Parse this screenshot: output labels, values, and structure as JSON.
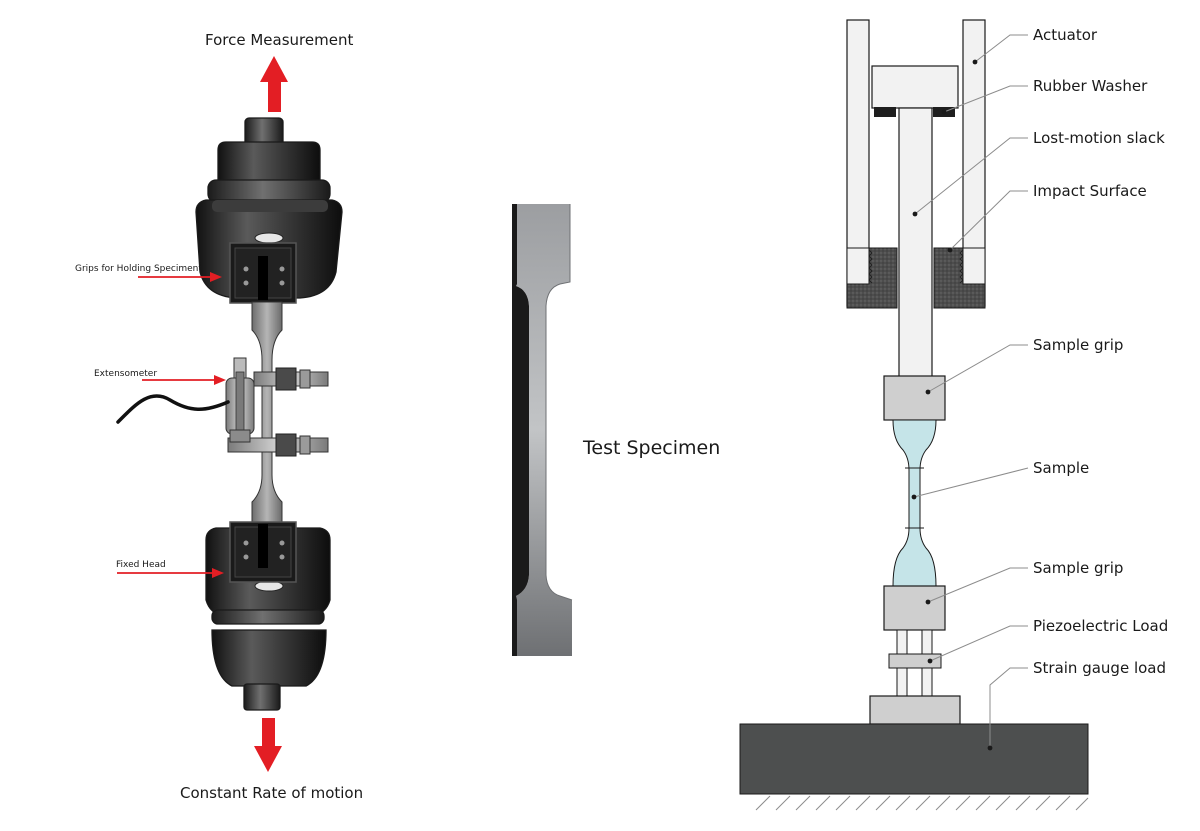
{
  "left_machine": {
    "top_label": "Force Measurement",
    "bottom_label": "Constant Rate of motion",
    "callouts": {
      "grips": "Grips for Holding Speciment",
      "extensometer": "Extensometer",
      "fixed_head": "Fixed Head"
    }
  },
  "specimen": {
    "title": "Test Specimen"
  },
  "right_apparatus": {
    "labels": {
      "actuator": "Actuator",
      "rubber_washer": "Rubber Washer",
      "lost_motion": "Lost-motion slack",
      "impact_surface": "Impact Surface",
      "sample_grip_top": "Sample grip",
      "sample": "Sample",
      "sample_grip_bottom": "Sample grip",
      "piezo_load": "Piezoelectric Load",
      "strain_gauge": "Strain gauge load"
    }
  },
  "colors": {
    "arrow_red": "#e31e24",
    "machine_dark": "#2a2a2a",
    "sample_fill": "#c5e4e8",
    "base_fill": "#4d4f4f"
  }
}
